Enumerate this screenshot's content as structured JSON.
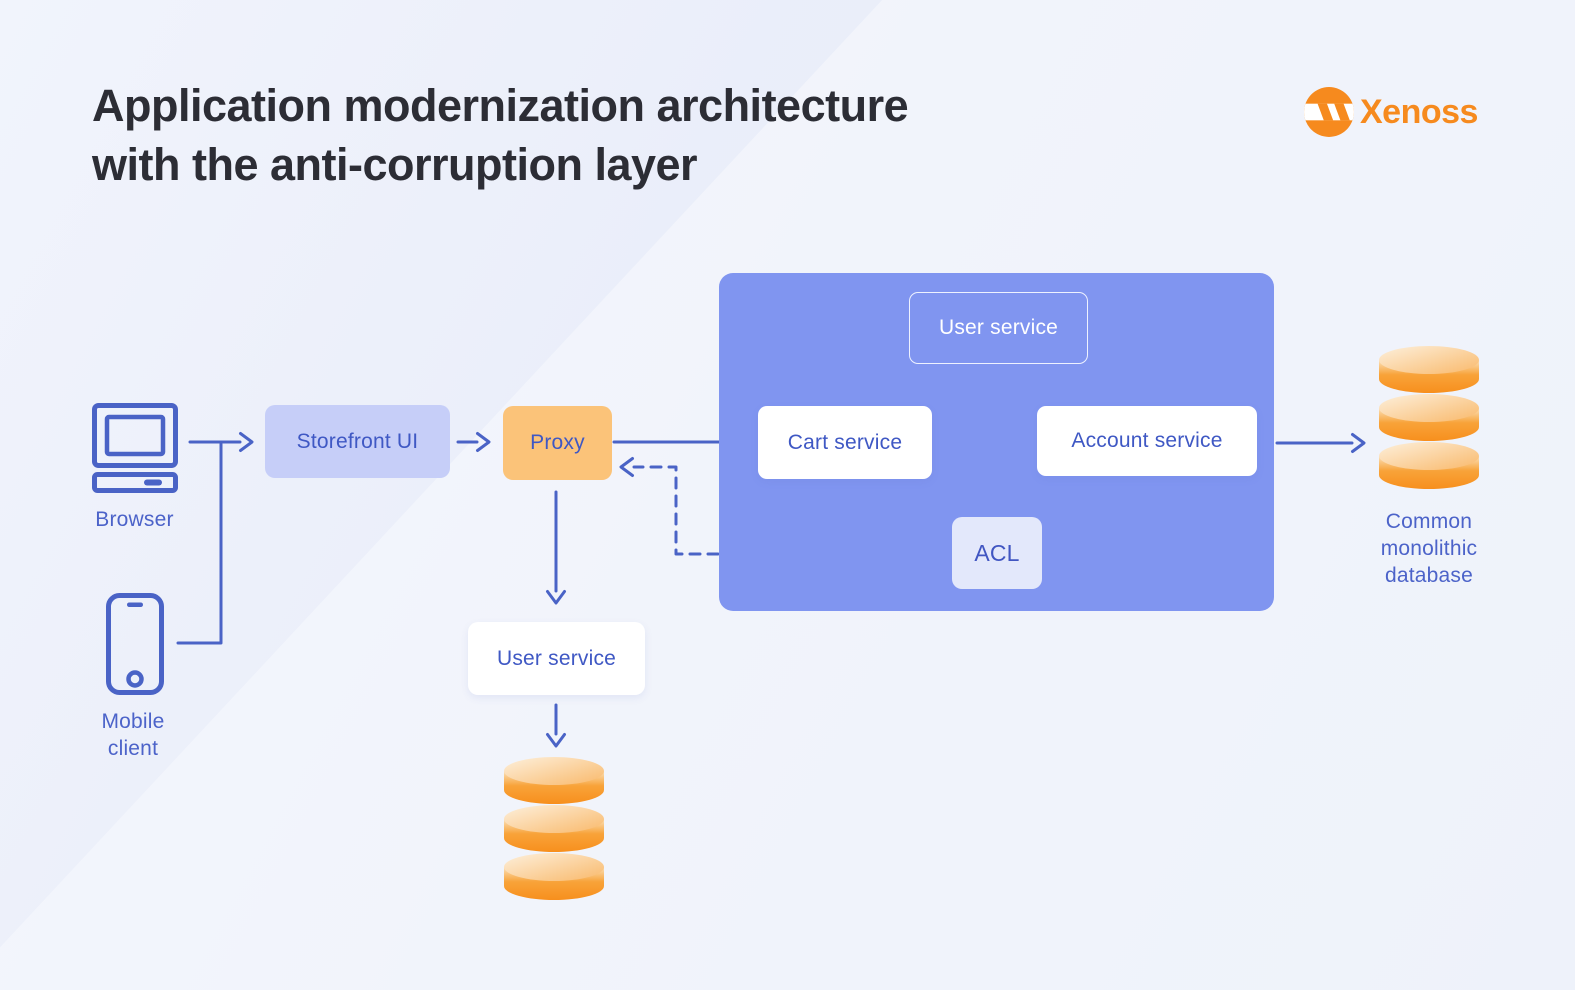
{
  "title": {
    "line1": "Application modernization architecture",
    "line2": "with the anti-corruption layer"
  },
  "logo": {
    "brand": "Xenoss"
  },
  "nodes": {
    "browser": {
      "label": "Browser"
    },
    "mobile_client": {
      "label": "Mobile client"
    },
    "storefront_ui": {
      "label": "Storefront UI"
    },
    "proxy": {
      "label": "Proxy"
    },
    "user_service_top": {
      "label": "User service"
    },
    "cart_service": {
      "label": "Cart service"
    },
    "account_service": {
      "label": "Account service"
    },
    "acl": {
      "label": "ACL"
    },
    "user_service_bottom": {
      "label": "User service"
    },
    "common_db": {
      "label": "Common monolithic database"
    }
  },
  "icons": {
    "logo_mark": "xenoss-circle-n",
    "browser": "desktop-computer",
    "mobile_client": "smartphone",
    "common_db": "database-cylinder",
    "user_db": "database-cylinder"
  },
  "colors": {
    "background": "#e9edf9",
    "title_text": "#2c2d35",
    "line_blue": "#4a63c6",
    "node_text_blue": "#3f58c4",
    "container_blue": "#8095f0",
    "storefront_fill": "#c6cef8",
    "proxy_fill": "#fbc379",
    "acl_fill": "#e3e8fb",
    "db_orange_dark": "#f78f1d",
    "db_orange_light": "#fbe0b8",
    "logo_orange": "#f68a1e",
    "white_box": "#ffffff"
  }
}
